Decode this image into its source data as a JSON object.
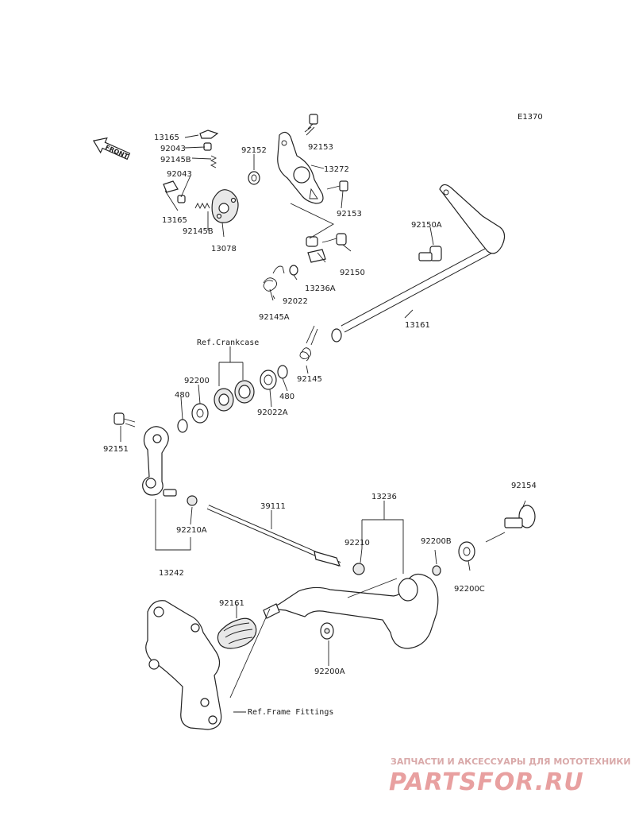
{
  "diagram": {
    "code": "E1370",
    "front_label": "FRONT",
    "refs": {
      "crankcase": "Ref.Crankcase",
      "frame": "Ref.Frame Fittings"
    },
    "parts": {
      "p13165a": "13165",
      "p92043a": "92043",
      "p92145b_a": "92145B",
      "p92043b": "92043",
      "p13165b": "13165",
      "p92145b_b": "92145B",
      "p13078": "13078",
      "p92152": "92152",
      "p92153a": "92153",
      "p13272": "13272",
      "p92153b": "92153",
      "p92150a": "92150A",
      "p92150": "92150",
      "p13236a": "13236A",
      "p92022": "92022",
      "p92145a": "92145A",
      "p13161": "13161",
      "p92200": "92200",
      "p480a": "480",
      "p92022a": "92022A",
      "p480b": "480",
      "p92145": "92145",
      "p92151": "92151",
      "p92210a": "92210A",
      "p13242": "13242",
      "p39111": "39111",
      "p13236": "13236",
      "p92210": "92210",
      "p92200b": "92200B",
      "p92200c": "92200C",
      "p92154": "92154",
      "p92161": "92161",
      "p92200a": "92200A"
    }
  },
  "watermark": {
    "tagline": "ЗАПЧАСТИ И АКСЕССУАРЫ ДЛЯ МОТОТЕХНИКИ",
    "brand": "PARTSFOR.RU"
  }
}
